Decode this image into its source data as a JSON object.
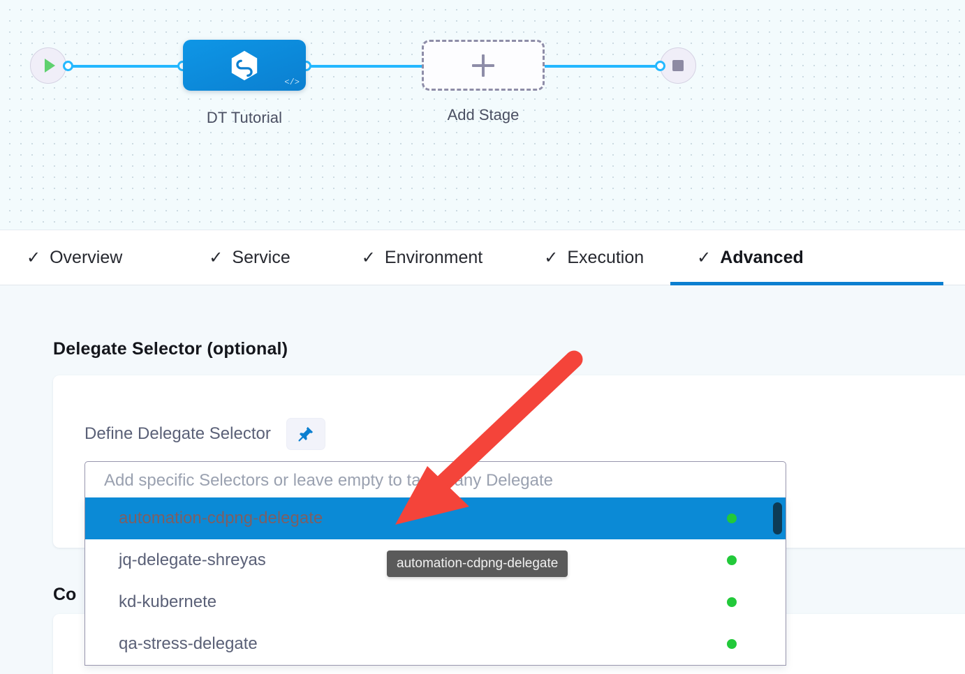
{
  "pipeline": {
    "start_node": {
      "icon": "play-icon",
      "name": "pipeline-start"
    },
    "stage": {
      "label": "DT Tutorial",
      "icon": "harness-hexagon-icon",
      "code_glyph": "</>"
    },
    "add_stage": {
      "label": "Add Stage",
      "icon": "plus-icon"
    },
    "stop_node": {
      "icon": "stop-icon",
      "name": "pipeline-end"
    }
  },
  "tabs": [
    {
      "label": "Overview",
      "check": "✓",
      "active": false
    },
    {
      "label": "Service",
      "check": "✓",
      "active": false
    },
    {
      "label": "Environment",
      "check": "✓",
      "active": false
    },
    {
      "label": "Execution",
      "check": "✓",
      "active": false
    },
    {
      "label": "Advanced",
      "check": "✓",
      "active": true
    }
  ],
  "main": {
    "section_title": "Delegate Selector (optional)",
    "field_label": "Define Delegate Selector",
    "pin_icon": "pushpin-icon",
    "selector_placeholder": "Add specific Selectors or leave empty to target any Delegate",
    "selector_value": "",
    "obscured_heading": "Co"
  },
  "dropdown": {
    "items": [
      {
        "label": "automation-cdpng-delegate",
        "status": "connected",
        "selected": true
      },
      {
        "label": "jq-delegate-shreyas",
        "status": "connected",
        "selected": false
      },
      {
        "label": "kd-kubernete",
        "status": "connected",
        "selected": false
      },
      {
        "label": "qa-stress-delegate",
        "status": "connected",
        "selected": false
      }
    ],
    "scrollbar": "visible"
  },
  "tooltip": {
    "text": "automation-cdpng-delegate"
  },
  "annotation": {
    "type": "arrow",
    "color": "#f4443a",
    "points_at": "automation-cdpng-delegate"
  },
  "colors": {
    "accent_blue": "#0b7fd0",
    "node_blue": "#0e96e6",
    "edge_blue": "#24b8ff",
    "selected_row": "#0b8ad6",
    "status_green": "#22c93a",
    "canvas_bg": "#f3fbfd",
    "content_bg": "#f4f9fc",
    "annotation_red": "#f4443a"
  }
}
